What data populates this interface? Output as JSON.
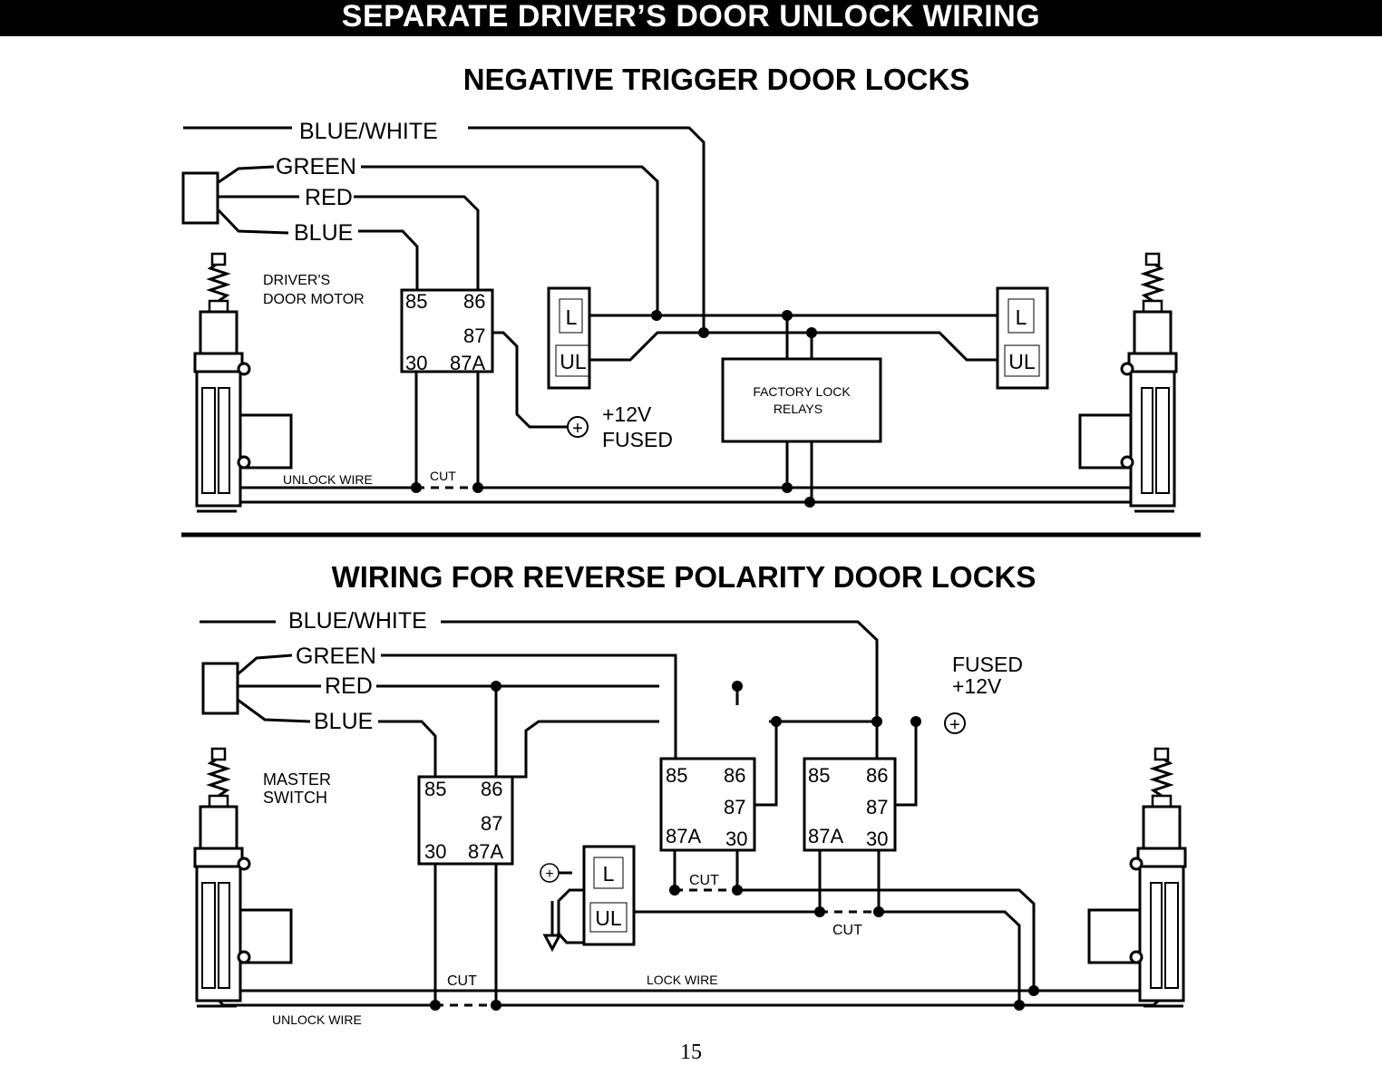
{
  "header": {
    "title": "SEPARATE DRIVER’S DOOR UNLOCK WIRING"
  },
  "negative": {
    "title": "NEGATIVE TRIGGER DOOR LOCKS",
    "wire_blue_white": "BLUE/WHITE",
    "wire_green": "GREEN",
    "wire_red": "RED",
    "wire_blue": "BLUE",
    "driver_motor_line1": "DRIVER'S",
    "driver_motor_line2": "DOOR MOTOR",
    "relay": {
      "t85": "85",
      "t86": "86",
      "t87": "87",
      "t30": "30",
      "t87a": "87A"
    },
    "switch_left": {
      "lock": "L",
      "unlock": "UL"
    },
    "switch_right": {
      "lock": "L",
      "unlock": "UL"
    },
    "factory_relays_line1": "FACTORY LOCK",
    "factory_relays_line2": "RELAYS",
    "power_symbol": "+",
    "power_line1": "+12V",
    "power_line2": "FUSED",
    "unlock_wire": "UNLOCK WIRE",
    "cut": "CUT"
  },
  "reverse": {
    "title": "WIRING FOR REVERSE POLARITY DOOR LOCKS",
    "wire_blue_white": "BLUE/WHITE",
    "wire_green": "GREEN",
    "wire_red": "RED",
    "wire_blue": "BLUE",
    "master_line1": "MASTER",
    "master_line2": "SWITCH",
    "fused_line1": "FUSED",
    "fused_line2": "+12V",
    "power_symbol": "+",
    "relay1": {
      "t85": "85",
      "t86": "86",
      "t87": "87",
      "t30": "30",
      "t87a": "87A"
    },
    "relay2": {
      "t85": "85",
      "t86": "86",
      "t87": "87",
      "t30": "30",
      "t87a": "87A"
    },
    "relay3": {
      "t85": "85",
      "t86": "86",
      "t87": "87",
      "t30": "30",
      "t87a": "87A"
    },
    "switch": {
      "lock": "L",
      "unlock": "UL",
      "power_symbol": "+"
    },
    "cut_relay2": "CUT",
    "cut_relay3": "CUT",
    "cut_bottom": "CUT",
    "lock_wire": "LOCK WIRE",
    "unlock_wire": "UNLOCK WIRE"
  },
  "page_number": "15"
}
